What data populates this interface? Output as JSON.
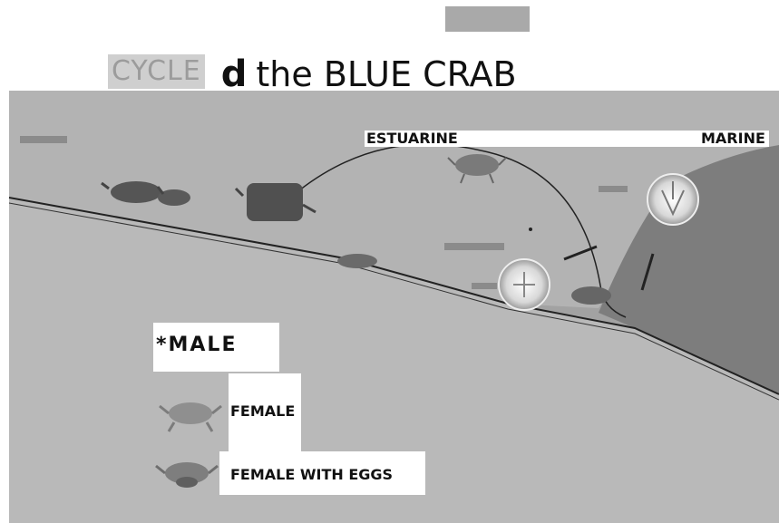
{
  "header": {
    "title_faded": "CYCLE",
    "title_bold": "d",
    "title_rest": "the BLUE CRAB"
  },
  "regions": {
    "estuarine": "ESTUARINE",
    "marine": "MARINE"
  },
  "legend": {
    "male": "*MALE",
    "female": "FEMALE",
    "female_eggs": "FEMALE WITH EGGS"
  }
}
